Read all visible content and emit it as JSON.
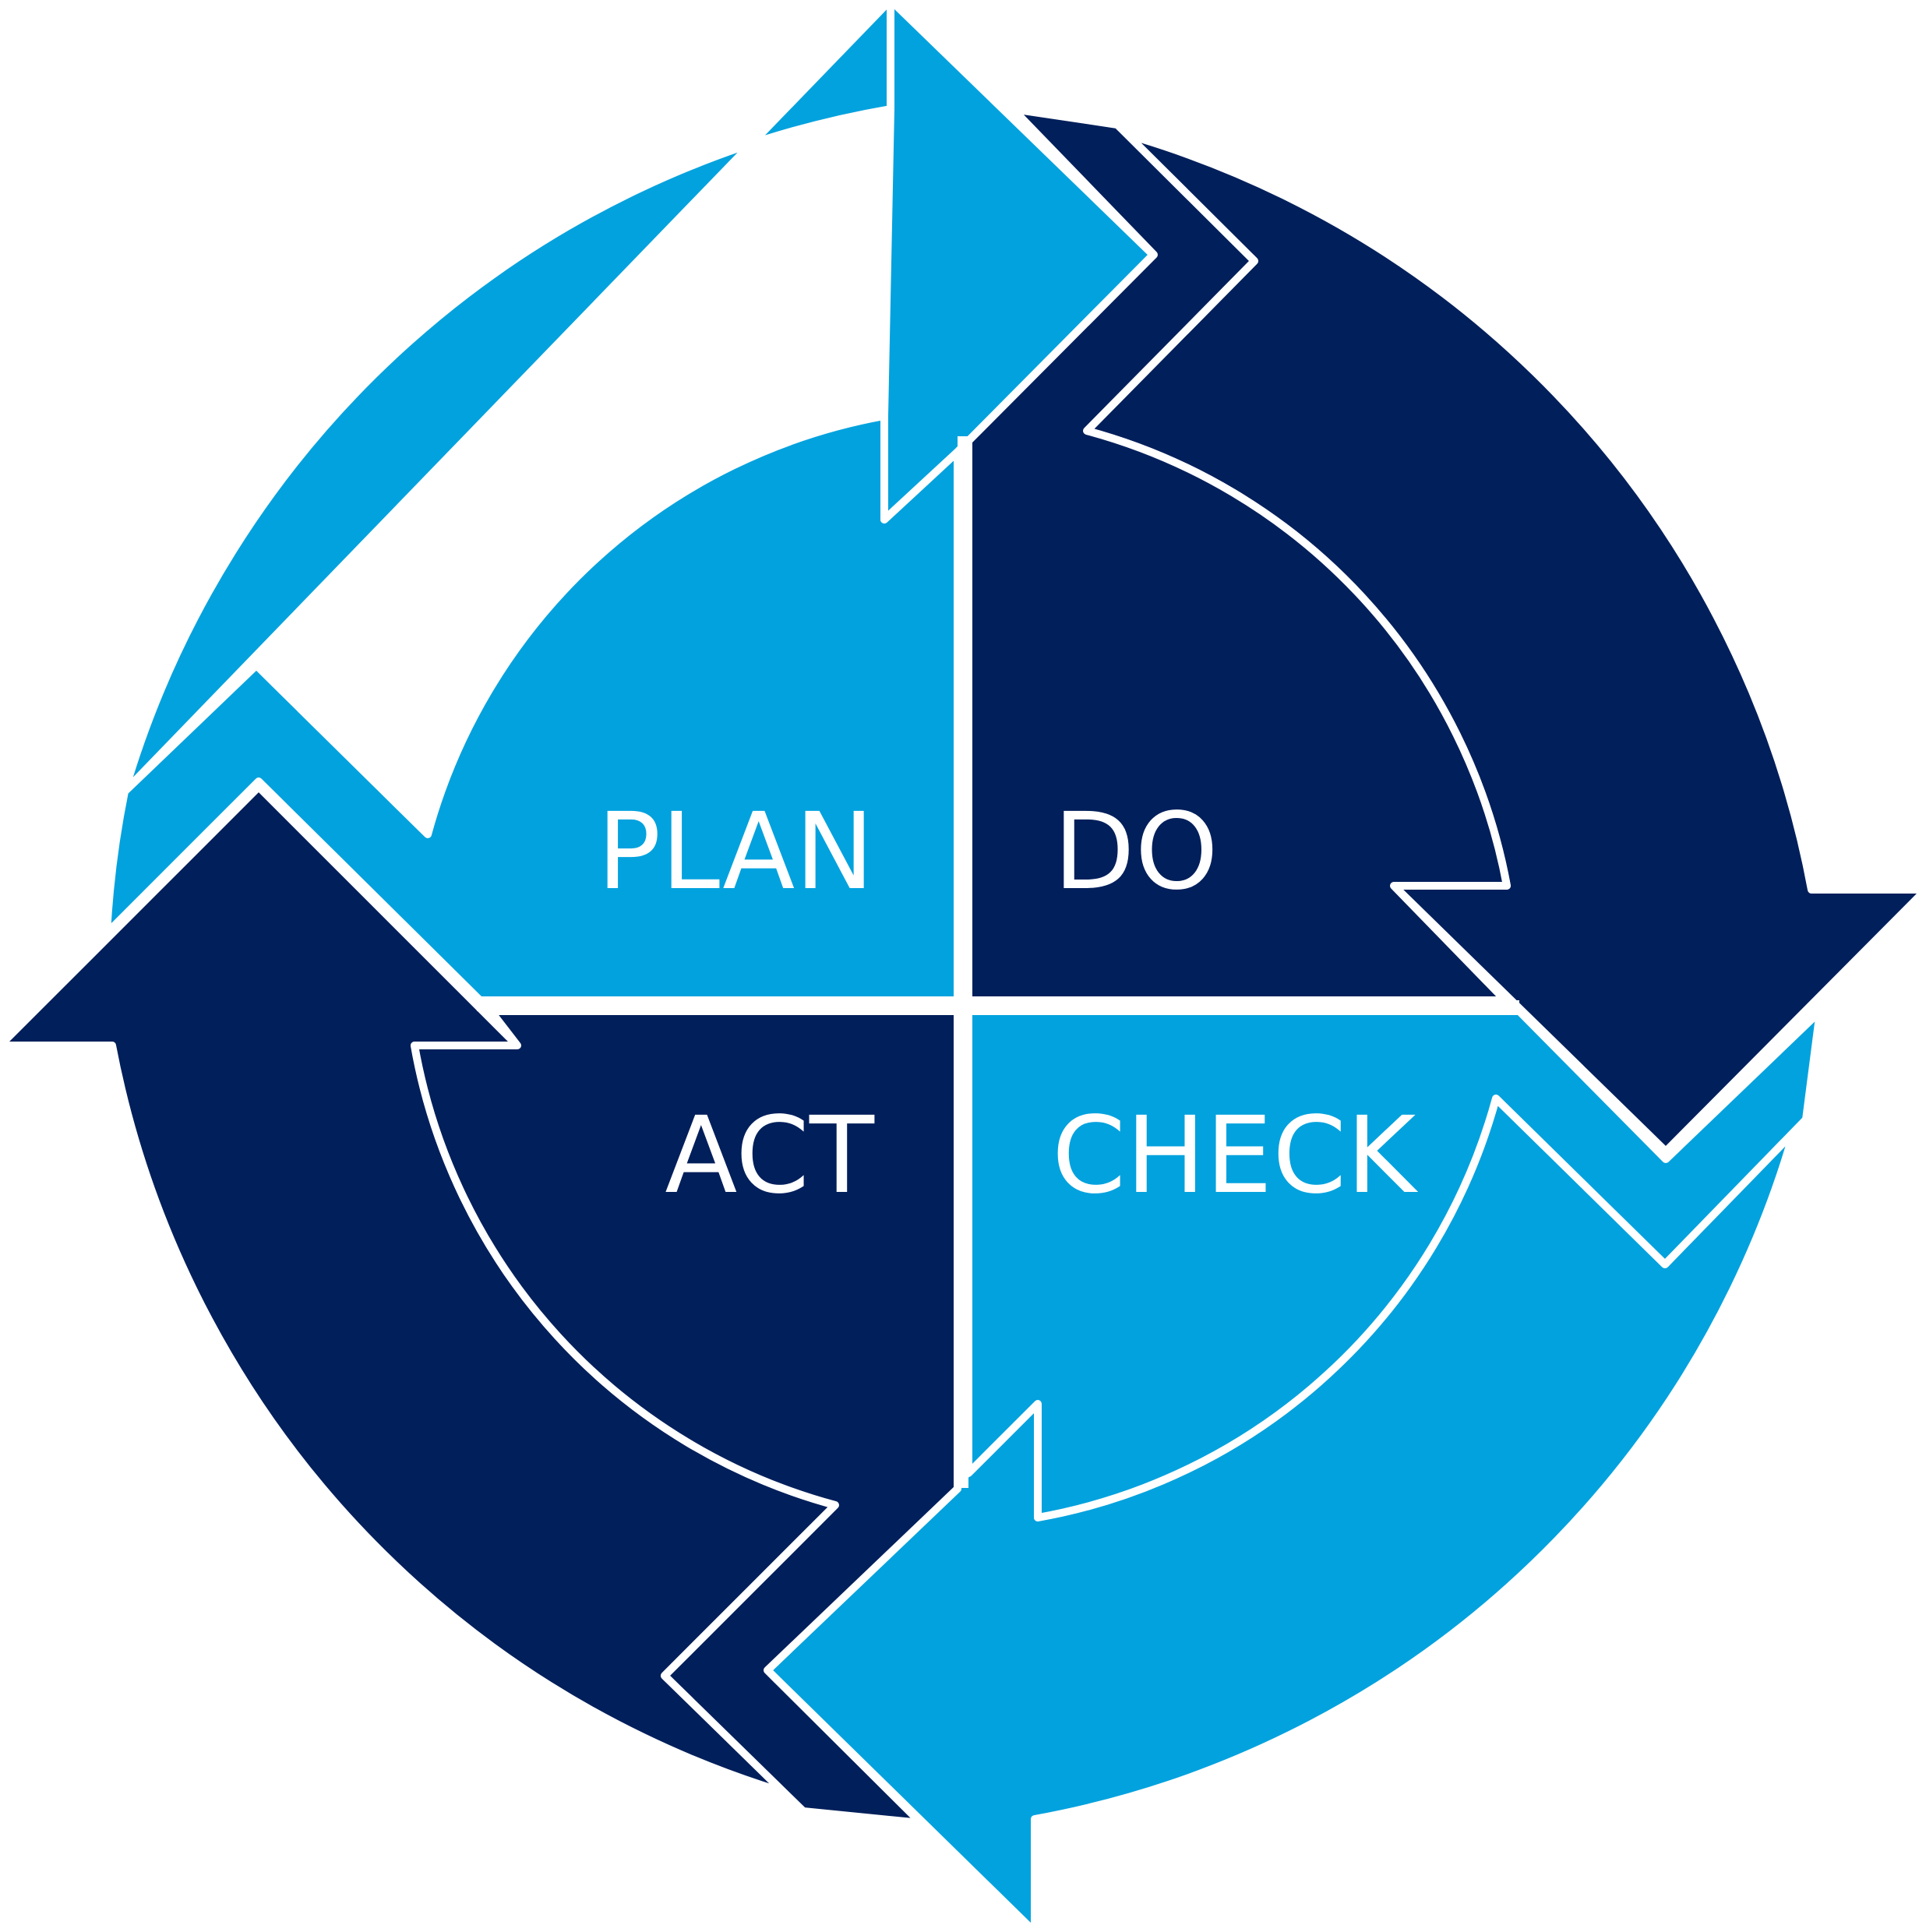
{
  "labels": {
    "plan": "PLAN",
    "do": "DO",
    "check": "CHECK",
    "act": "ACT"
  },
  "colors": {
    "light_blue": "#02A2DE",
    "navy": "#001F5B",
    "outline": "#FFFFFF",
    "text": "#FFFFFF"
  }
}
